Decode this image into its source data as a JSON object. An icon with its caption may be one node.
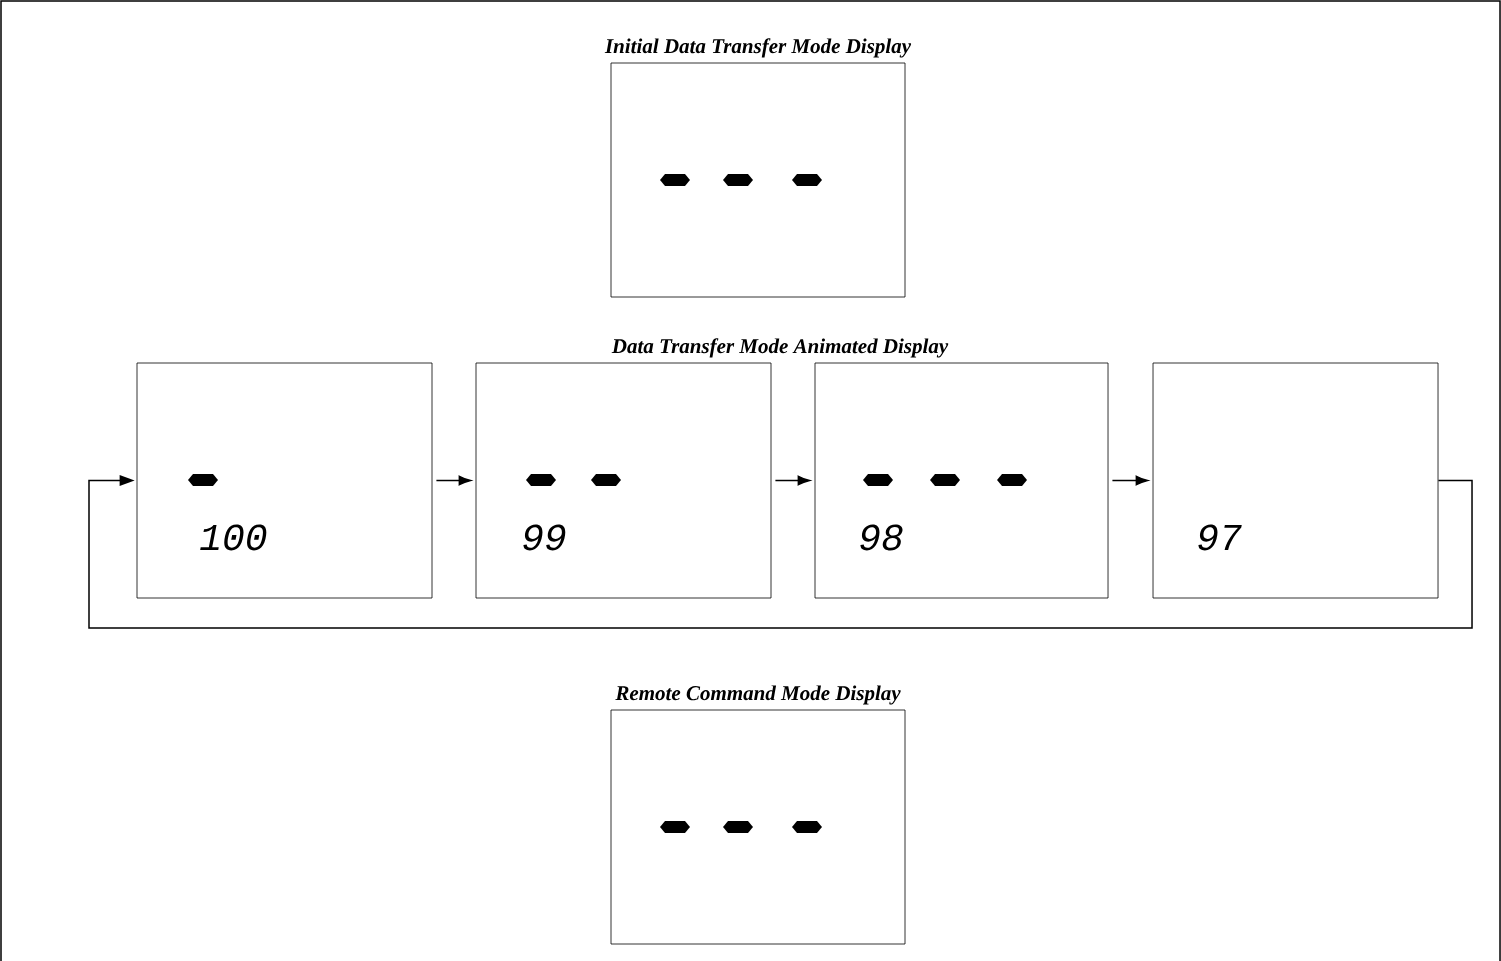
{
  "diagram": {
    "nodes": [
      {
        "text": [
          "Initial Data Transfer Mode Display"
        ]
      },
      {
        "text": [
          "100"
        ]
      },
      {
        "text": [
          "99"
        ]
      },
      {
        "text": [
          "98"
        ]
      },
      {
        "text": [
          "97"
        ]
      },
      {
        "text": [
          "Remote Command Mode Display"
        ]
      }
    ],
    "edges": [
      {
        "from": 1,
        "to": 2,
        "arrow": "to"
      },
      {
        "from": 2,
        "to": 3,
        "arrow": "to"
      },
      {
        "from": 3,
        "to": 4,
        "arrow": "to"
      },
      {
        "from": 4,
        "to": 1,
        "arrow": "to"
      }
    ],
    "labels": [
      "Data Transfer Mode Animated Display"
    ]
  }
}
